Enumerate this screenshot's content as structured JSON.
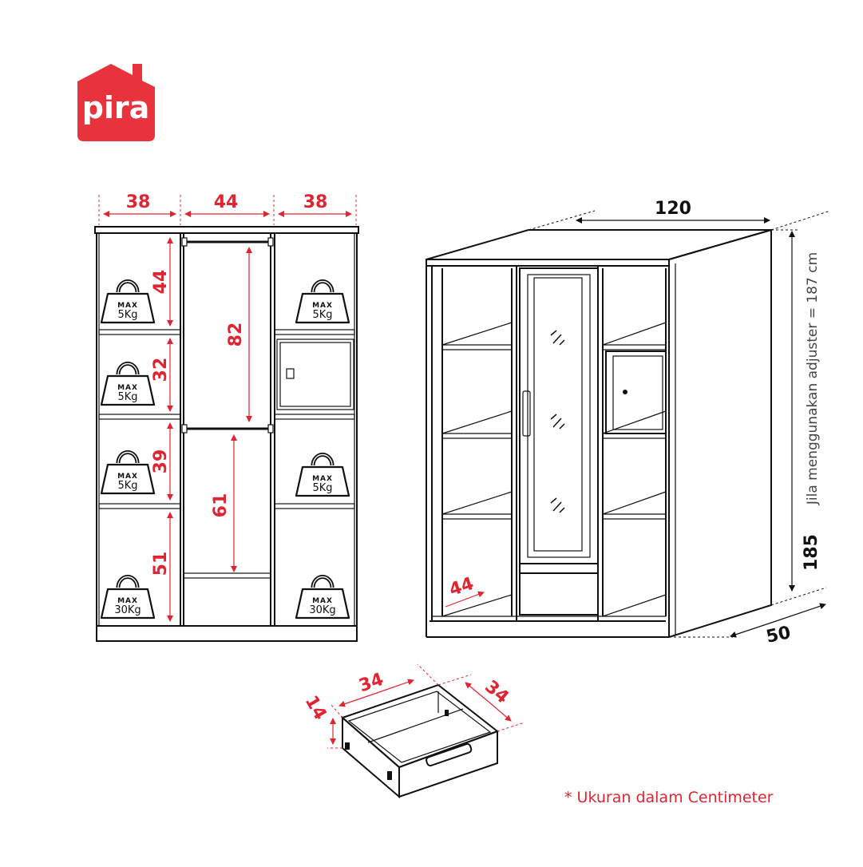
{
  "brand": {
    "logo_text": "pira",
    "color": "#e8323c"
  },
  "colors": {
    "dimension": "#e02430",
    "line": "#111111"
  },
  "front_view": {
    "widths": [
      "38",
      "44",
      "38"
    ],
    "left_heights": [
      "44",
      "32",
      "39",
      "51"
    ],
    "center_heights": [
      "82",
      "61"
    ],
    "weight_max": "MAX",
    "weights": {
      "l1": "5Kg",
      "l2": "5Kg",
      "l3": "5Kg",
      "l4": "30Kg",
      "r1": "5Kg",
      "r3": "5Kg",
      "r4": "30Kg"
    }
  },
  "iso_view": {
    "width": "120",
    "height": "185",
    "depth": "50",
    "shelf_depth": "44",
    "adjuster_note": "Jila menggunakan adjuster = 187 cm"
  },
  "drawer": {
    "width": "34",
    "depth": "34",
    "height": "14"
  },
  "footnote": "* Ukuran dalam Centimeter"
}
